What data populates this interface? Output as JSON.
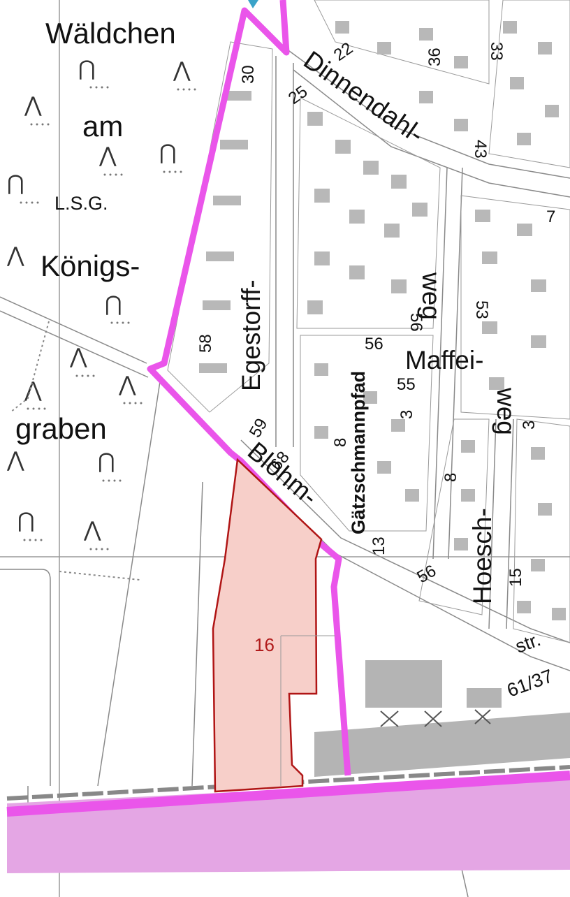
{
  "map": {
    "colors": {
      "boundary": "#ea55ea",
      "band": "#e4a6e4",
      "area_fill": "#f7cfc9",
      "area_stroke": "#b01515",
      "building": "#b8b8b8",
      "line": "#8a8a8a"
    },
    "area": {
      "label": "16"
    },
    "forest_labels": [
      "Wäldchen",
      "am",
      "L.S.G.",
      "Königs-",
      "graben"
    ],
    "streets": [
      "Dinnendahl-",
      "Egestorff-",
      "Maffei-",
      "weg",
      "Gätzschmannpfad",
      "Blohm-",
      "Hoesch-",
      "weg",
      "str.",
      "61/37"
    ],
    "house_numbers": [
      "33",
      "22",
      "36",
      "30",
      "25",
      "43",
      "7",
      "53",
      "56",
      "56",
      "58",
      "55",
      "3",
      "3",
      "59",
      "8",
      "68",
      "8",
      "13",
      "56",
      "15"
    ],
    "symbols": {
      "deciduous": "⋂",
      "conifer": "⋀"
    }
  }
}
